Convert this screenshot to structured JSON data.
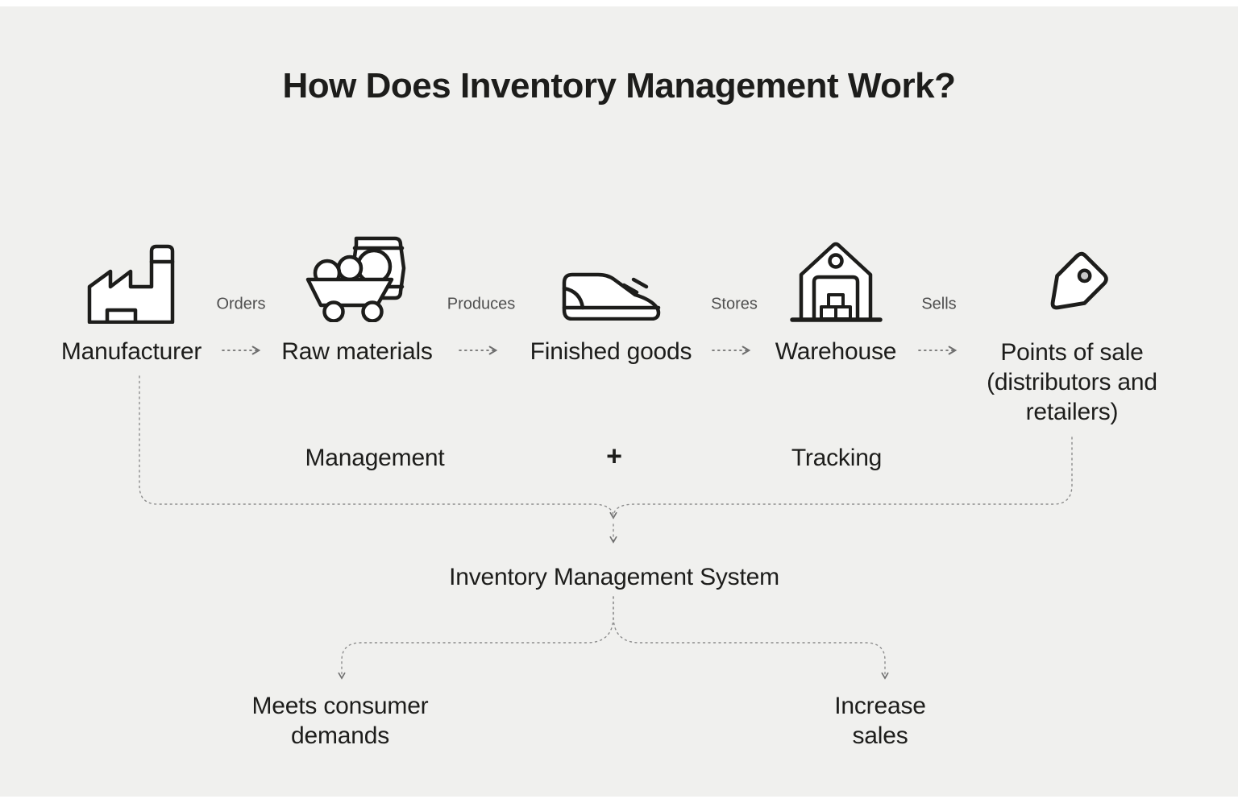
{
  "title": "How Does Inventory Management Work?",
  "flow": {
    "nodes": [
      {
        "id": "manufacturer",
        "icon": "factory-icon",
        "label": "Manufacturer"
      },
      {
        "id": "raw-materials",
        "icon": "cart-icon",
        "label": "Raw materials"
      },
      {
        "id": "finished-goods",
        "icon": "sneaker-icon",
        "label": "Finished goods"
      },
      {
        "id": "warehouse",
        "icon": "warehouse-icon",
        "label": "Warehouse"
      },
      {
        "id": "points-of-sale",
        "icon": "price-tag-icon",
        "label": "Points of sale (distributors and retailers)"
      }
    ],
    "edges": [
      {
        "from": "manufacturer",
        "to": "raw-materials",
        "label": "Orders"
      },
      {
        "from": "raw-materials",
        "to": "finished-goods",
        "label": "Produces"
      },
      {
        "from": "finished-goods",
        "to": "warehouse",
        "label": "Stores"
      },
      {
        "from": "warehouse",
        "to": "points-of-sale",
        "label": "Sells"
      }
    ]
  },
  "combination": {
    "left": "Management",
    "operator": "+",
    "right": "Tracking"
  },
  "system": {
    "label": "Inventory Management System"
  },
  "outcomes": [
    {
      "label": "Meets consumer demands"
    },
    {
      "label": "Increase sales"
    }
  ],
  "colors": {
    "background": "#f0f0ee",
    "edge_strip": "#ffffff",
    "text": "#1d1d1b",
    "muted_label": "#4f4f4f",
    "dashed_line": "#8c8c8c",
    "arrow_line": "#6f6f6f",
    "icon_stroke": "#1d1d1b",
    "icon_fill": "#ffffff",
    "tag_hole_fill": "#c8c8c8"
  }
}
